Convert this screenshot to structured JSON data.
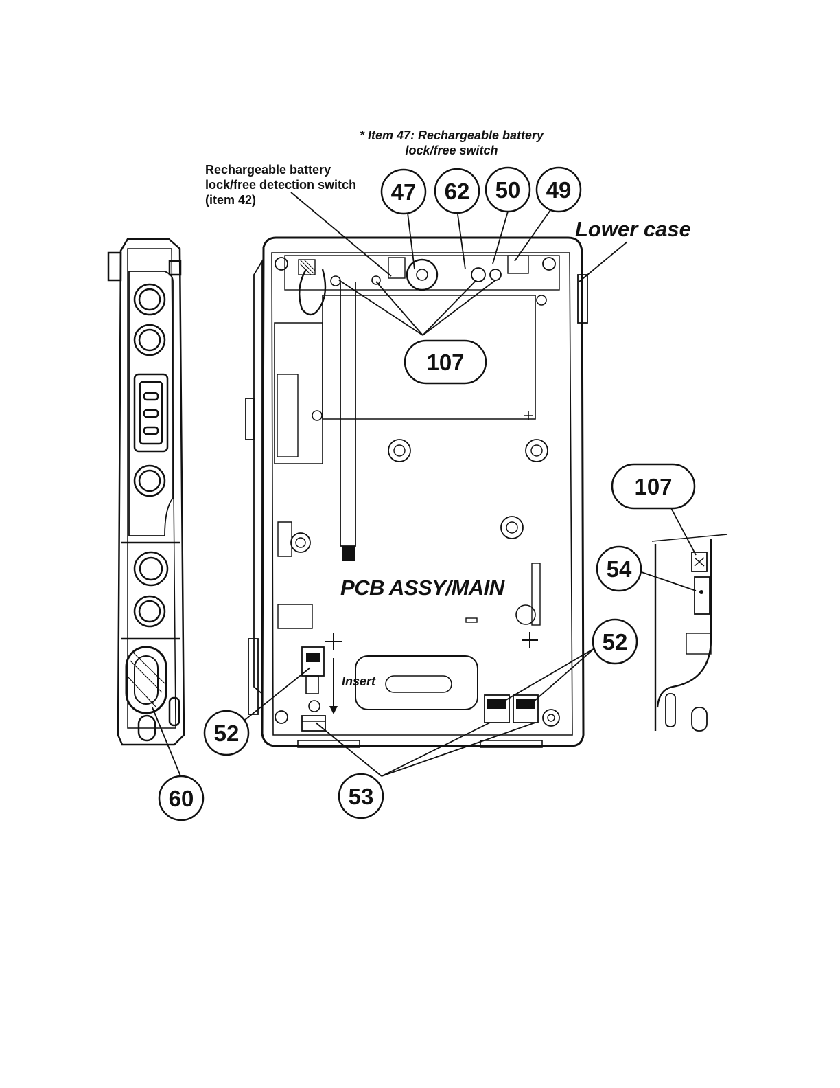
{
  "annotations": {
    "item47_note": "* Item 47: Rechargeable battery\nlock/free switch",
    "detection_switch": "Rechargeable battery\nlock/free detection switch\n(item 42)",
    "lower_case": "Lower case",
    "pcb_assy": "PCB ASSY/MAIN",
    "insert": "Insert"
  },
  "callouts": {
    "c47": "47",
    "c62": "62",
    "c50": "50",
    "c49": "49",
    "c107_top": "107",
    "c107_right": "107",
    "c54": "54",
    "c52_right": "52",
    "c52_left": "52",
    "c53": "53",
    "c60": "60"
  }
}
